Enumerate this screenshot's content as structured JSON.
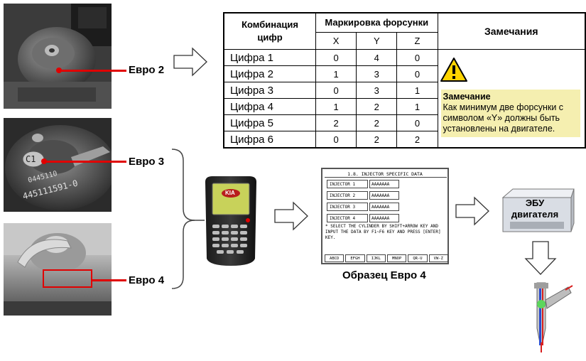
{
  "photos": {
    "euro2": {
      "label": "Евро 2"
    },
    "euro3": {
      "label": "Евро 3",
      "engraving_top": "C1",
      "engraving_code1": "0445110",
      "engraving_code2": "445111591-0"
    },
    "euro4": {
      "label": "Евро 4"
    }
  },
  "table": {
    "col1_header": "Комбинация цифр",
    "marking_header": "Маркировка форсунки",
    "notes_header": "Замечания",
    "sub_headers": [
      "X",
      "Y",
      "Z"
    ],
    "rows": [
      {
        "label": "Цифра 1",
        "x": "0",
        "y": "4",
        "z": "0"
      },
      {
        "label": "Цифра 2",
        "x": "1",
        "y": "3",
        "z": "0"
      },
      {
        "label": "Цифра 3",
        "x": "0",
        "y": "3",
        "z": "1"
      },
      {
        "label": "Цифра 4",
        "x": "1",
        "y": "2",
        "z": "1"
      },
      {
        "label": "Цифра 5",
        "x": "2",
        "y": "2",
        "z": "0"
      },
      {
        "label": "Цифра 6",
        "x": "0",
        "y": "2",
        "z": "2"
      }
    ],
    "note": {
      "title": "Замечание",
      "text": "Как минимум две форсунки с символом «Y» должны быть установлены на двигателе.",
      "icon": "warning-icon"
    }
  },
  "scanner": {
    "brand": "KIA"
  },
  "screen": {
    "title": "1.8. INJECTOR SPECIFIC DATA",
    "injectors": [
      {
        "label": "INJECTOR 1",
        "value": "AAAAAAA"
      },
      {
        "label": "INJECTOR 2",
        "value": "AAAAAAA"
      },
      {
        "label": "INJECTOR 3",
        "value": "AAAAAAA"
      },
      {
        "label": "INJECTOR 4",
        "value": "AAAAAAA"
      }
    ],
    "instruction": "* SELECT THE CYLINDER BY SHIFT+ARROW KEY AND INPUT THE DATA BY F1~F6 KEY AND PRESS [ENTER] KEY.",
    "fkeys": [
      "ABCD",
      "EFGH",
      "IJKL",
      "MNOP",
      "QR-U",
      "VW-Z"
    ],
    "caption": "Образец Евро 4"
  },
  "ecu": {
    "line1": "ЭБУ",
    "line2": "двигателя"
  },
  "colors": {
    "callout_red": "#e00000",
    "note_bg": "#f5efb0",
    "ecu_body": "#d9dde4",
    "warning_yellow": "#ffd400"
  }
}
